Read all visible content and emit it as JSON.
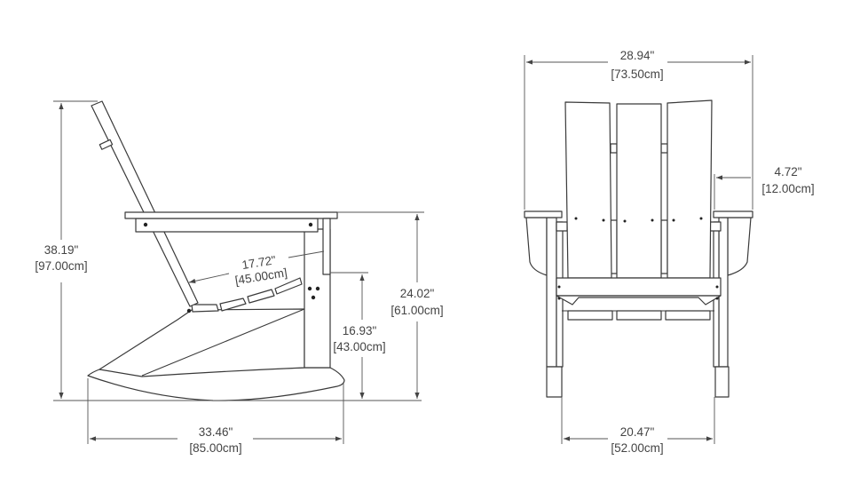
{
  "side_view": {
    "overall_height": {
      "in": "38.19\"",
      "cm": "[97.00cm]"
    },
    "overall_depth": {
      "in": "33.46\"",
      "cm": "[85.00cm]"
    },
    "arm_height": {
      "in": "24.02\"",
      "cm": "[61.00cm]"
    },
    "seat_height": {
      "in": "16.93\"",
      "cm": "[43.00cm]"
    },
    "seat_depth": {
      "in": "17.72\"",
      "cm": "[45.00cm]"
    }
  },
  "front_view": {
    "overall_width": {
      "in": "28.94\"",
      "cm": "[73.50cm]"
    },
    "arm_width": {
      "in": "4.72\"",
      "cm": "[12.00cm]"
    },
    "seat_width": {
      "in": "20.47\"",
      "cm": "[52.00cm]"
    }
  }
}
